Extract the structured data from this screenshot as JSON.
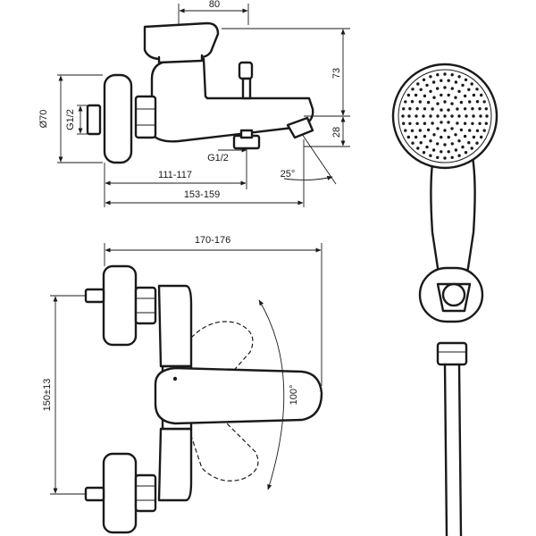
{
  "dimensions": {
    "width_top": "80",
    "height_body": "73",
    "diameter_rosette": "Ø70",
    "thread_inlet": "G1/2",
    "spout_height": "28",
    "thread_outlet": "G1/2",
    "spout_angle": "25°",
    "reach_short": "111-117",
    "reach_long": "153-159",
    "total_width": "170-176",
    "centres": "150±13",
    "lever_rotation": "100°"
  }
}
